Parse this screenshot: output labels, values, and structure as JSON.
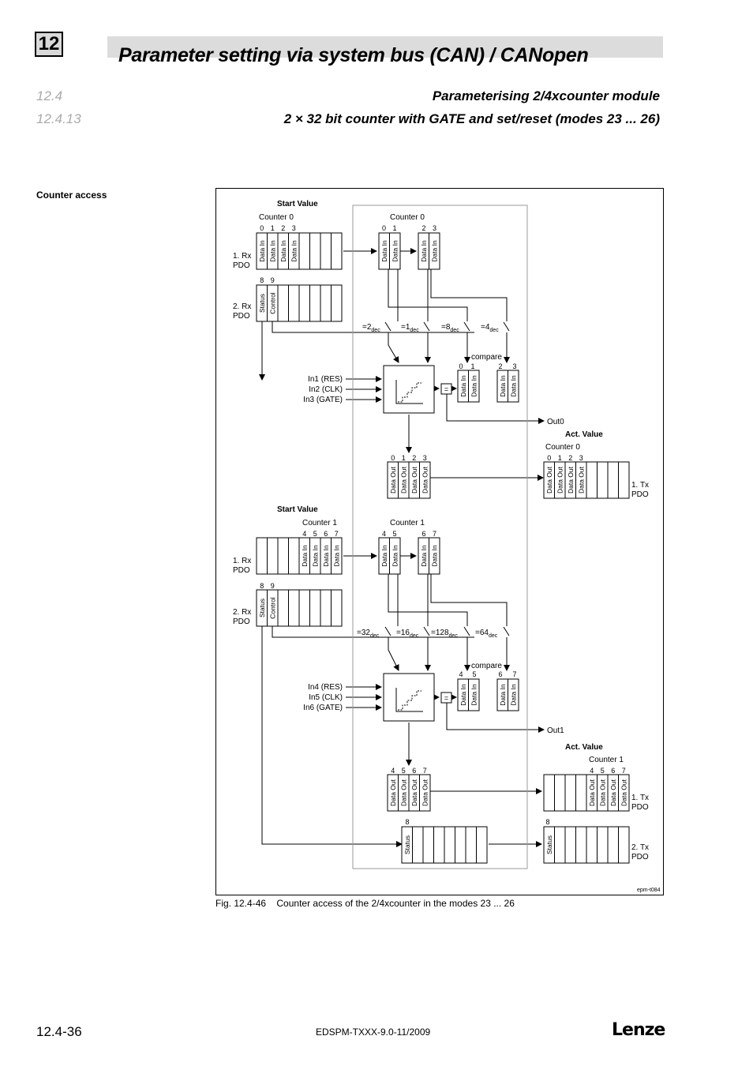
{
  "header": {
    "chapter_number": "12",
    "title": "Parameter setting via system bus (CAN) / CANopen"
  },
  "sections": [
    {
      "number": "12.4",
      "title": "Parameterising 2/4xcounter module"
    },
    {
      "number": "12.4.13",
      "title": "2 × 32 bit counter with GATE and set/reset (modes 23 ... 26)"
    }
  ],
  "side_label": "Counter access",
  "diagram": {
    "start_value": "Start Value",
    "act_value": "Act. Value",
    "counter0": "Counter 0",
    "counter1": "Counter 1",
    "rx1": [
      "1. Rx",
      "PDO"
    ],
    "rx2": [
      "2. Rx",
      "PDO"
    ],
    "tx1": [
      "1. Tx",
      "PDO"
    ],
    "tx2": [
      "2. Tx",
      "PDO"
    ],
    "data_in": "Data In",
    "data_out": "Data Out",
    "status": "Status",
    "control": "Control",
    "compare": "compare",
    "eq": "=",
    "out0": "Out0",
    "out1": "Out1",
    "inputs0": [
      "In1 (RES)",
      "In2 (CLK)",
      "In3 (GATE)"
    ],
    "inputs1": [
      "In4 (RES)",
      "In5 (CLK)",
      "In6 (GATE)"
    ],
    "switches0": [
      "=2",
      "=1",
      "=8",
      "=4"
    ],
    "switches1": [
      "=32",
      "=16",
      "=128",
      "=64"
    ],
    "dec": "dec",
    "bytes0": [
      "0",
      "1",
      "2",
      "3"
    ],
    "bytes1": [
      "4",
      "5",
      "6",
      "7"
    ],
    "bytes_status": [
      "8",
      "9"
    ],
    "byte8": "8",
    "ref": "epm-t084"
  },
  "caption": {
    "number": "Fig. 12.4-46",
    "text": "Counter access of the 2/4xcounter in the modes 23 ... 26"
  },
  "footer": {
    "page": "12.4-36",
    "document": "EDSPM-TXXX-9.0-11/2009",
    "logo": "Lenze"
  }
}
